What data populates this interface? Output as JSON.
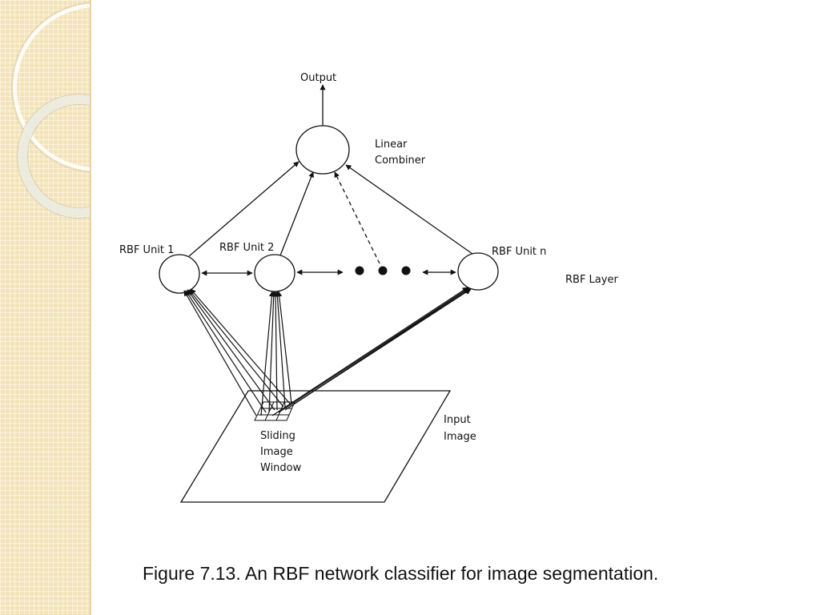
{
  "diagram": {
    "output_label": "Output",
    "combiner_label_line1": "Linear",
    "combiner_label_line2": "Combiner",
    "rbf_unit_1_label": "RBF Unit 1",
    "rbf_unit_2_label": "RBF Unit 2",
    "rbf_unit_n_label": "RBF Unit n",
    "rbf_layer_label": "RBF Layer",
    "input_image_line1": "Input",
    "input_image_line2": "Image",
    "window_line1": "Sliding",
    "window_line2": "Image",
    "window_line3": "Window"
  },
  "caption": "Figure 7.13. An RBF network classifier for image segmentation."
}
